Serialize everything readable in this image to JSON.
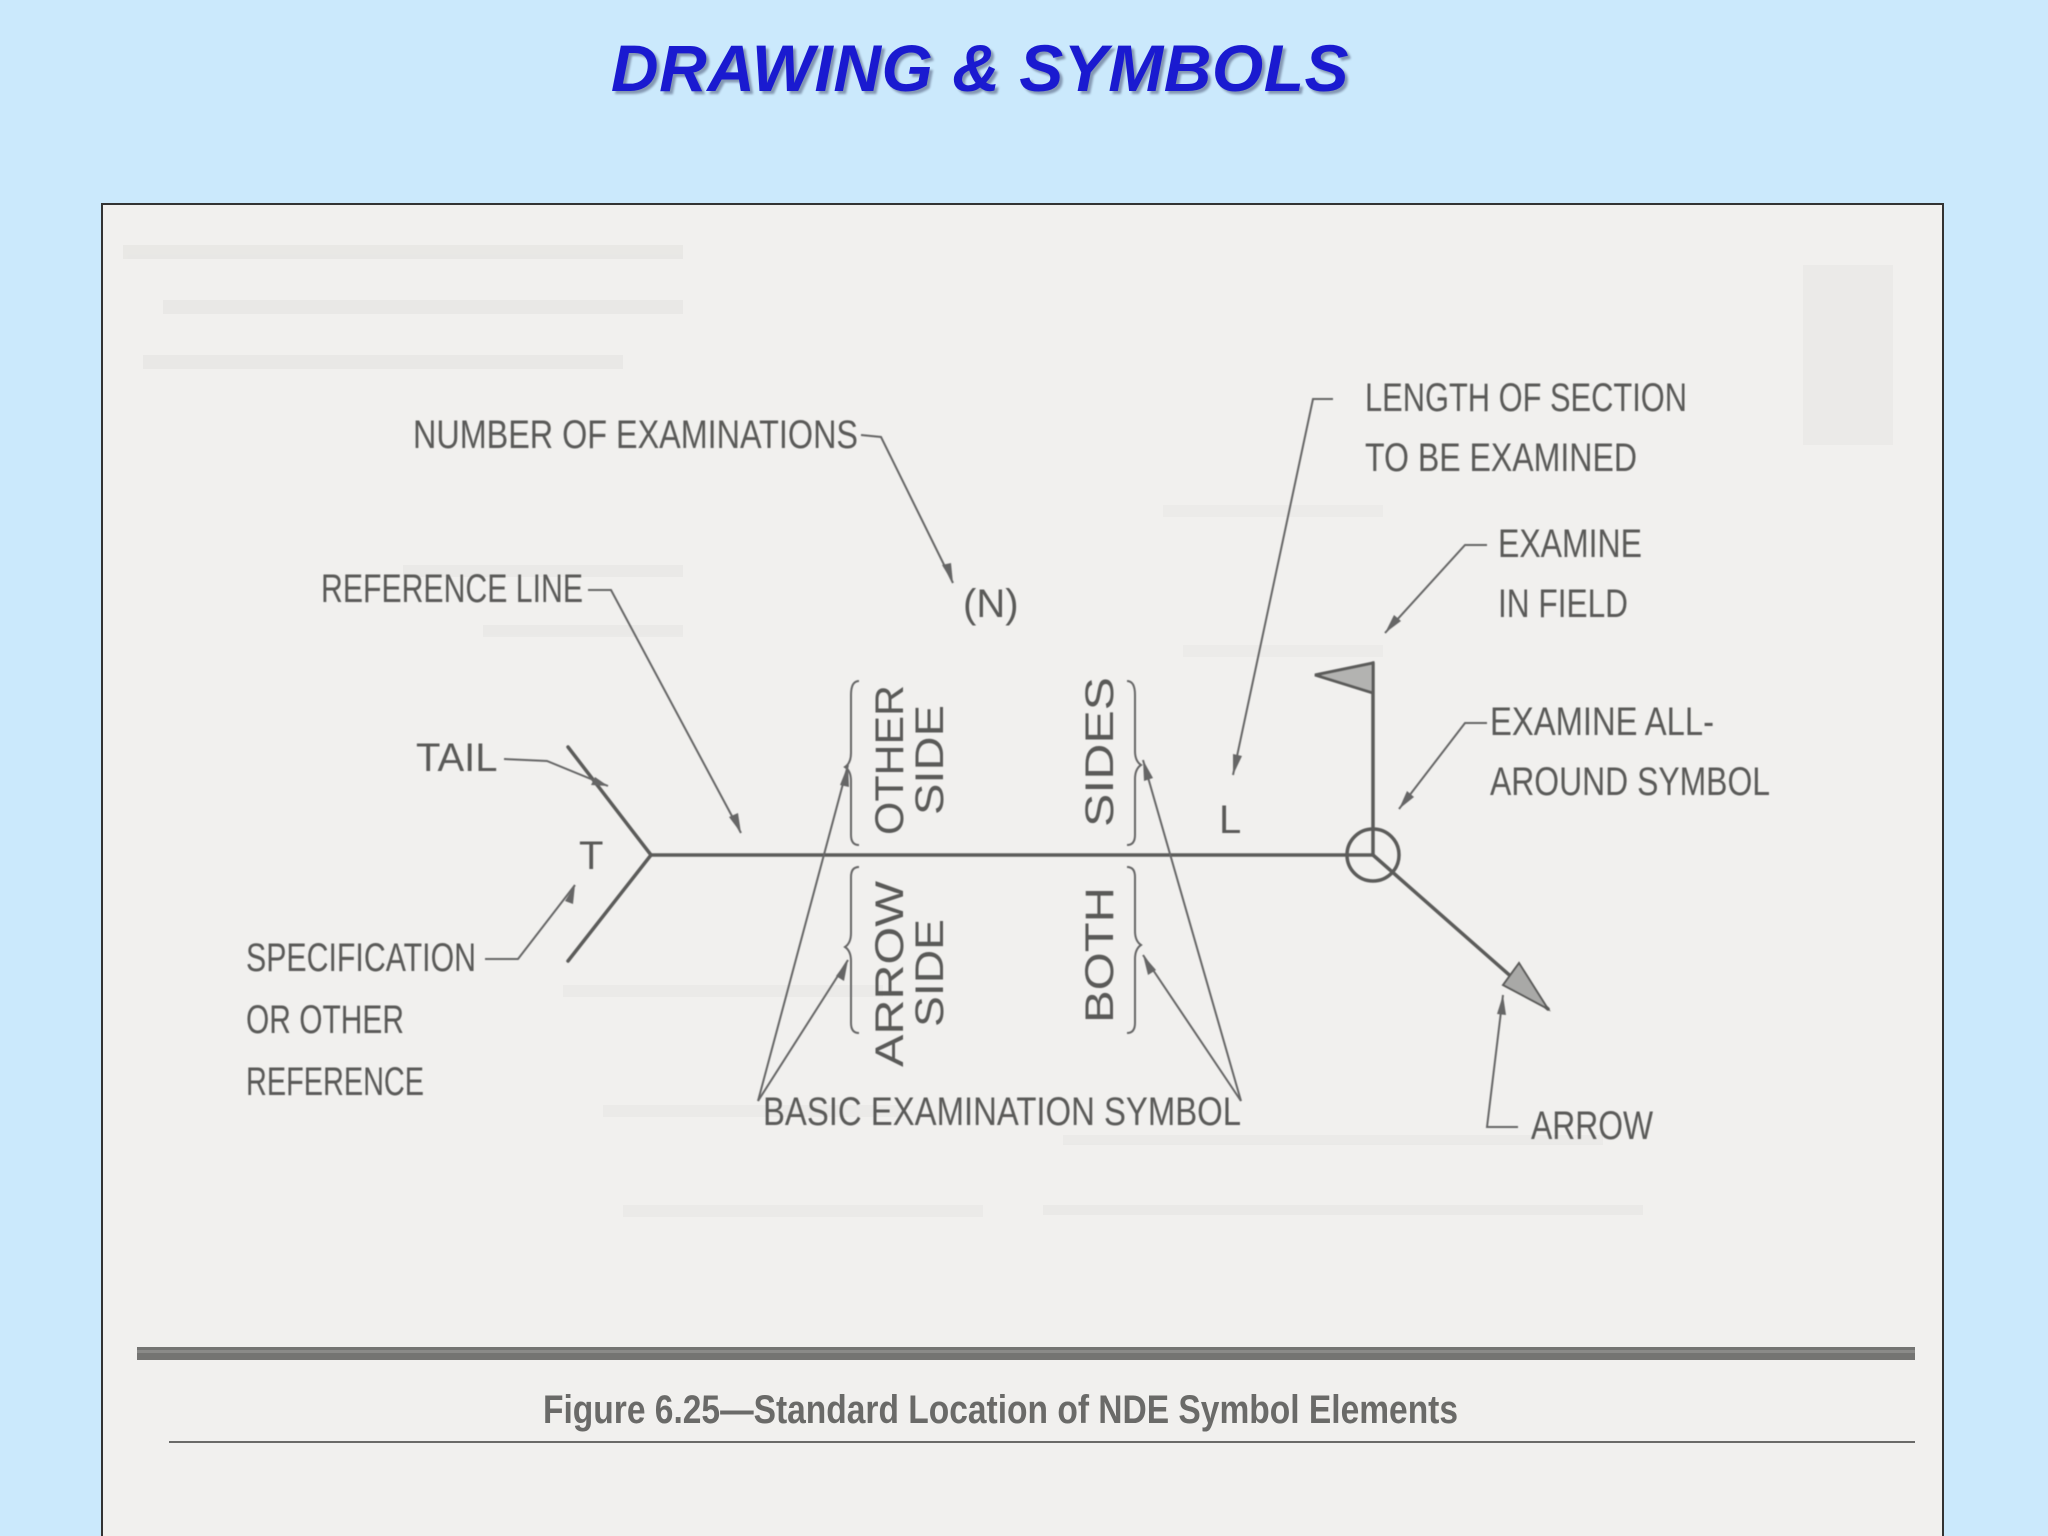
{
  "slide": {
    "title": "DRAWING & SYMBOLS"
  },
  "diagram": {
    "labels": {
      "number_of_examinations": "NUMBER OF EXAMINATIONS",
      "n_symbol": "(N)",
      "reference_line": "REFERENCE LINE",
      "tail": "TAIL",
      "t_symbol": "T",
      "specification_line1": "SPECIFICATION",
      "specification_line2": "OR OTHER",
      "specification_line3": "REFERENCE",
      "other_side_line1": "OTHER",
      "other_side_line2": "SIDE",
      "arrow_side_line1": "ARROW",
      "arrow_side_line2": "SIDE",
      "sides": "SIDES",
      "both": "BOTH",
      "basic_examination_symbol": "BASIC EXAMINATION SYMBOL",
      "l_symbol": "L",
      "length_line1": "LENGTH OF SECTION",
      "length_line2": "TO BE EXAMINED",
      "examine_field_line1": "EXAMINE",
      "examine_field_line2": "IN FIELD",
      "examine_all_line1": "EXAMINE ALL-",
      "examine_all_line2": "AROUND SYMBOL",
      "arrow": "ARROW"
    },
    "caption": "Figure 6.25—Standard Location of NDE Symbol Elements"
  }
}
